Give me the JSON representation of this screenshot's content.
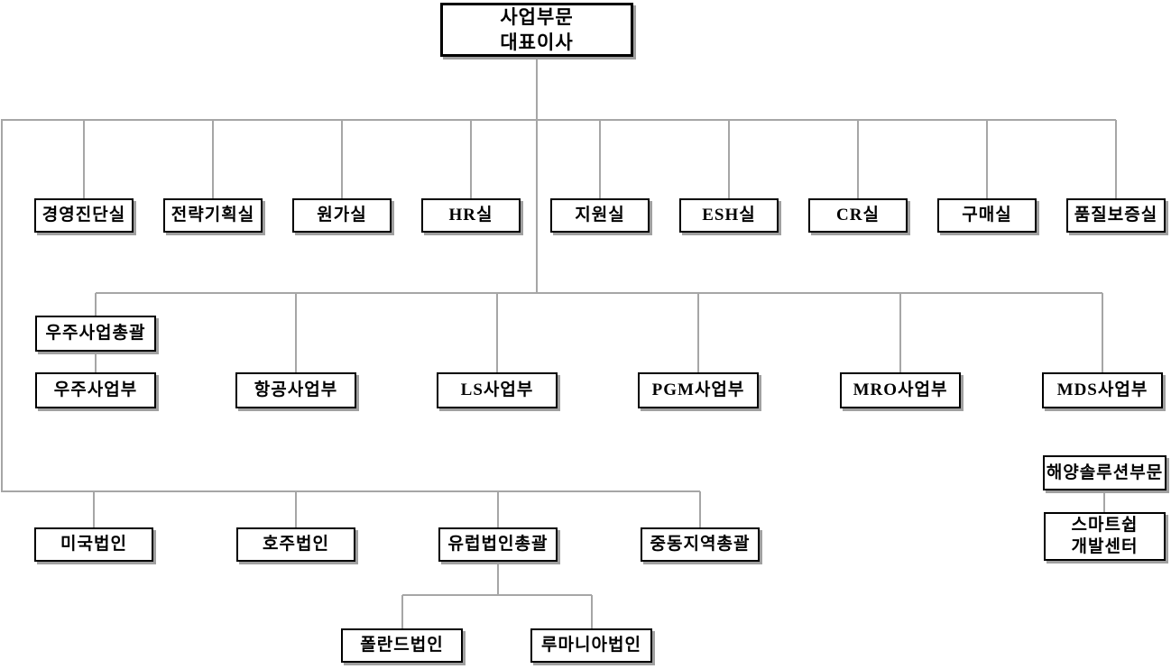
{
  "org": {
    "root": {
      "line1": "사업부문",
      "line2": "대표이사"
    },
    "staff": [
      {
        "label": "경영진단실"
      },
      {
        "label": "전략기획실"
      },
      {
        "label": "원가실"
      },
      {
        "label": "HR실"
      },
      {
        "label": "지원실"
      },
      {
        "label": "ESH실"
      },
      {
        "label": "CR실"
      },
      {
        "label": "구매실"
      },
      {
        "label": "품질보증실"
      }
    ],
    "space_head": {
      "label": "우주사업총괄"
    },
    "divisions": [
      {
        "label": "우주사업부"
      },
      {
        "label": "항공사업부"
      },
      {
        "label": "LS사업부"
      },
      {
        "label": "PGM사업부"
      },
      {
        "label": "MRO사업부"
      },
      {
        "label": "MDS사업부"
      }
    ],
    "marine": {
      "label": "해양솔루션부문"
    },
    "smartship": {
      "line1": "스마트쉽",
      "line2": "개발센터"
    },
    "overseas": [
      {
        "label": "미국법인"
      },
      {
        "label": "호주법인"
      },
      {
        "label": "유럽법인총괄"
      },
      {
        "label": "중동지역총괄"
      }
    ],
    "europe_subs": [
      {
        "label": "폴란드법인"
      },
      {
        "label": "루마니아법인"
      }
    ],
    "colors": {
      "connector": "#a6a6a6",
      "box_border": "#000000",
      "box_fill": "#ffffff",
      "shadow": "#a0a0a0",
      "text": "#000000"
    }
  }
}
